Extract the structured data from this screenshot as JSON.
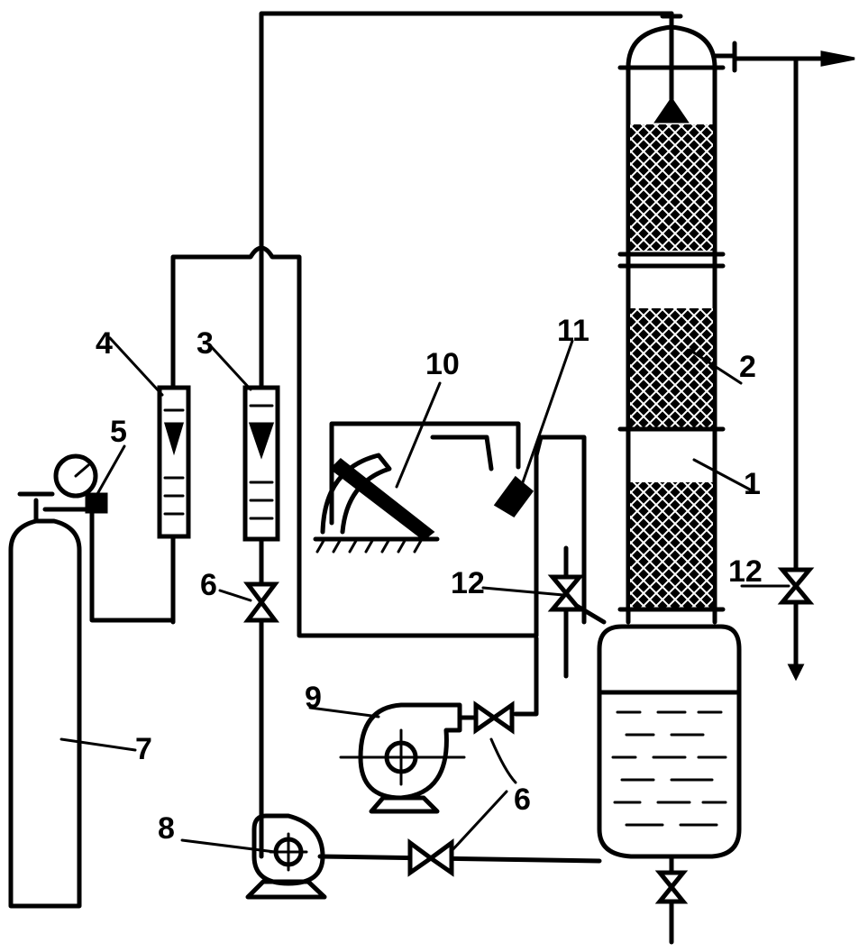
{
  "labels": {
    "l1": "1",
    "l2": "2",
    "l3": "3",
    "l4": "4",
    "l5": "5",
    "l6a": "6",
    "l6b": "6",
    "l7": "7",
    "l8": "8",
    "l9": "9",
    "l10": "10",
    "l11": "11",
    "l12a": "12",
    "l12b": "12"
  }
}
